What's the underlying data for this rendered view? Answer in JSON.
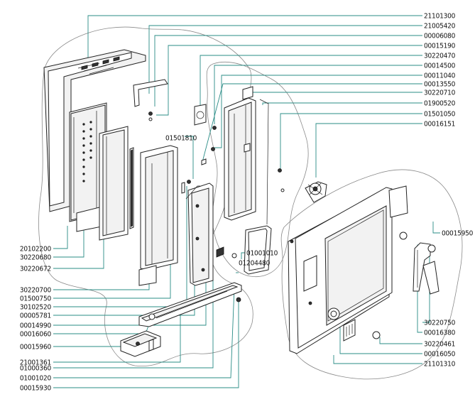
{
  "callouts_right": [
    {
      "id": "r0",
      "text": "21101300"
    },
    {
      "id": "r1",
      "text": "21005420"
    },
    {
      "id": "r2",
      "text": "00006080"
    },
    {
      "id": "r3",
      "text": "00015190"
    },
    {
      "id": "r4",
      "text": "30220470"
    },
    {
      "id": "r5",
      "text": "00014500"
    },
    {
      "id": "r6",
      "text": "00011040"
    },
    {
      "id": "r7",
      "text": "00013550"
    },
    {
      "id": "r8",
      "text": "30220710"
    },
    {
      "id": "r9",
      "text": "01900520"
    },
    {
      "id": "r10",
      "text": "01501050"
    },
    {
      "id": "r11",
      "text": "00016151"
    },
    {
      "id": "r12",
      "text": "00015950"
    },
    {
      "id": "r13",
      "text": "30220750"
    },
    {
      "id": "r14",
      "text": "00016380"
    },
    {
      "id": "r15",
      "text": "30220461"
    },
    {
      "id": "r16",
      "text": "00016050"
    },
    {
      "id": "r17",
      "text": "21101310"
    }
  ],
  "callouts_left": [
    {
      "id": "l0",
      "text": "20102200"
    },
    {
      "id": "l1",
      "text": "30220680"
    },
    {
      "id": "l2",
      "text": "30220672"
    },
    {
      "id": "l3",
      "text": "30220700"
    },
    {
      "id": "l4",
      "text": "01500750"
    },
    {
      "id": "l5",
      "text": "30102520"
    },
    {
      "id": "l6",
      "text": "00005781"
    },
    {
      "id": "l7",
      "text": "00014990"
    },
    {
      "id": "l8",
      "text": "00016060"
    },
    {
      "id": "l9",
      "text": "00015960"
    },
    {
      "id": "l10",
      "text": "21001361"
    },
    {
      "id": "l11",
      "text": "01000360"
    },
    {
      "id": "l12",
      "text": "01001020"
    },
    {
      "id": "l13",
      "text": "00015930"
    }
  ],
  "callouts_inline": [
    {
      "id": "i0",
      "text": "01501810"
    },
    {
      "id": "i1",
      "text": "01001010"
    },
    {
      "id": "i2",
      "text": "01204480"
    }
  ],
  "colors": {
    "leader": "#2a8c86",
    "line": "#222222",
    "outline": "#8a8a8a"
  }
}
